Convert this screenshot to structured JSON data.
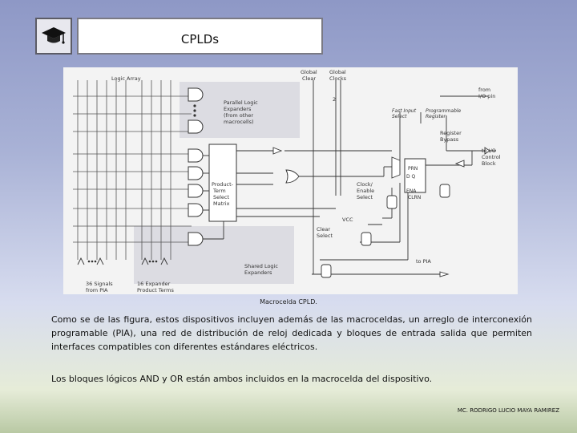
{
  "slide": {
    "title": "CPLDs",
    "icon": "graduation-cap-icon",
    "caption": "Macrocelda CPLD.",
    "paragraph1": "Como se de las figura, estos dispositivos incluyen además de las macroceldas, un arreglo de interconexión programable (PIA), una red de distribución de reloj dedicada y bloques de entrada salida que permiten interfaces compatibles con diferentes estándares eléctricos.",
    "paragraph2": "Los bloques lógicos AND y OR están ambos incluidos en la macrocelda del dispositivo.",
    "footer": "MC. RODRIGO LUCIO MAYA RAMIREZ"
  },
  "diagram": {
    "logic_array": "Logic Array",
    "global_clear": "Global\nClear",
    "global_clocks": "Global\nClocks",
    "clocks_count": "2",
    "parallel_expanders": "Parallel Logic\nExpanders\n(from other\nmacrocells)",
    "to_io_pin": "from\nI/O pin",
    "fast_input_select": "Fast Input\nSelect",
    "programmable_register": "Programmable\nRegister",
    "register_bypass": "Register\nBypass",
    "to_io_control": "to I/O\nControl\nBlock",
    "product_term_matrix": "Product-\nTerm\nSelect\nMatrix",
    "clock_enable_select": "Clock/\nEnable\nSelect",
    "prn": "PRN",
    "d_q": "D    Q",
    "ena": "ENA",
    "clrn": "CLRN",
    "vcc": "VCC",
    "clear_select": "Clear\nSelect",
    "to_pia": "to PIA",
    "shared_expanders": "Shared Logic\nExpanders",
    "signals_36": "36 Signals\nfrom PIA",
    "expander_16": "16 Expander\nProduct Terms"
  }
}
